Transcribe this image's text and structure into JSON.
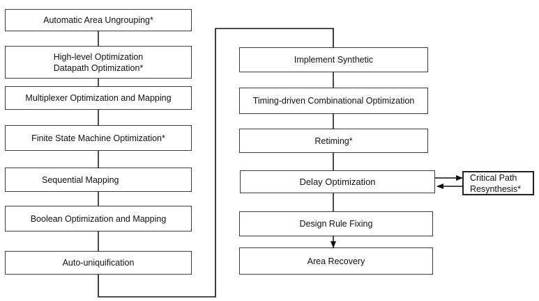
{
  "left_column": [
    {
      "lines": [
        "Automatic Area Ungrouping*"
      ]
    },
    {
      "lines": [
        "High-level Optimization",
        "Datapath Optimization*"
      ]
    },
    {
      "lines": [
        "Multiplexer Optimization and Mapping"
      ]
    },
    {
      "lines": [
        "Finite State Machine Optimization*"
      ]
    },
    {
      "lines": [
        "Sequential Mapping"
      ]
    },
    {
      "lines": [
        "Boolean Optimization and Mapping"
      ]
    },
    {
      "lines": [
        "Auto-uniquification"
      ]
    }
  ],
  "right_column": [
    {
      "lines": [
        "Implement Synthetic"
      ]
    },
    {
      "lines": [
        "Timing-driven Combinational Optimization"
      ]
    },
    {
      "lines": [
        "Retiming*"
      ]
    },
    {
      "lines": [
        "Delay Optimization"
      ]
    },
    {
      "lines": [
        "Design Rule Fixing"
      ]
    },
    {
      "lines": [
        "Area Recovery"
      ]
    }
  ],
  "side_box": {
    "lines": [
      "Critical Path",
      "Resynthesis*"
    ]
  },
  "colors": {
    "line": "#111111",
    "border": "#3a3a3a"
  }
}
